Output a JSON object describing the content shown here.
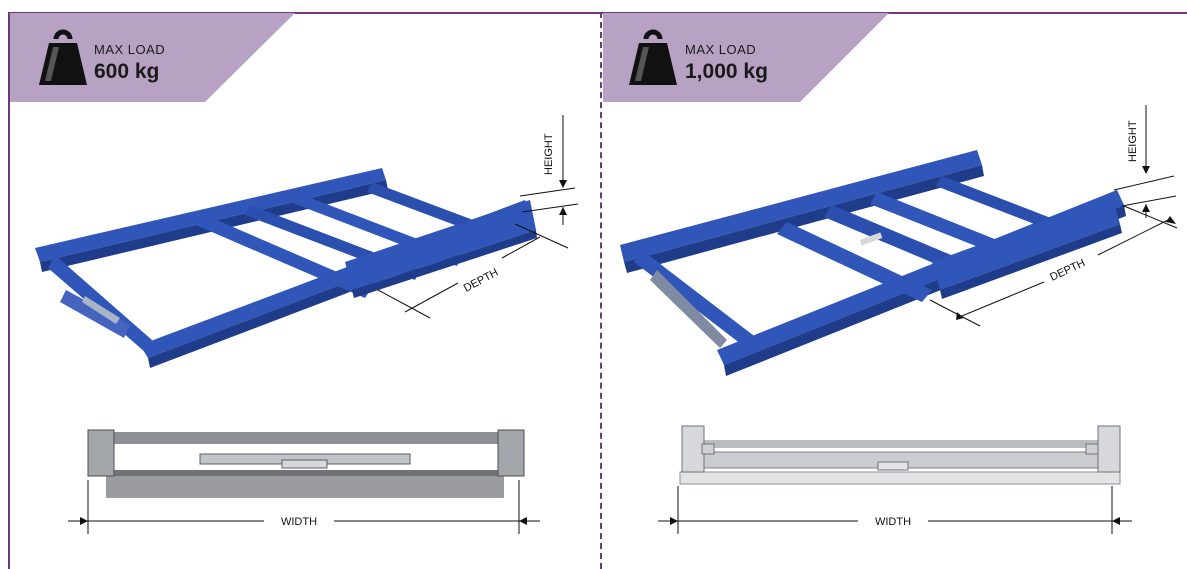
{
  "panels": [
    {
      "max_load_label": "MAX LOAD",
      "max_load_value": "600 kg",
      "dimension_labels": {
        "height": "HEIGHT",
        "depth": "DEPTH",
        "width": "WIDTH"
      }
    },
    {
      "max_load_label": "MAX LOAD",
      "max_load_value": "1,000 kg",
      "dimension_labels": {
        "height": "HEIGHT",
        "depth": "DEPTH",
        "width": "WIDTH"
      }
    }
  ],
  "colors": {
    "badge_bg": "#b7a2c4",
    "border": "#6b3a78",
    "frame_blue": "#2f56b8",
    "frame_dark": "#1e3c8a",
    "grey_rail": "#8d9095"
  },
  "icons": [
    "weight-icon"
  ]
}
